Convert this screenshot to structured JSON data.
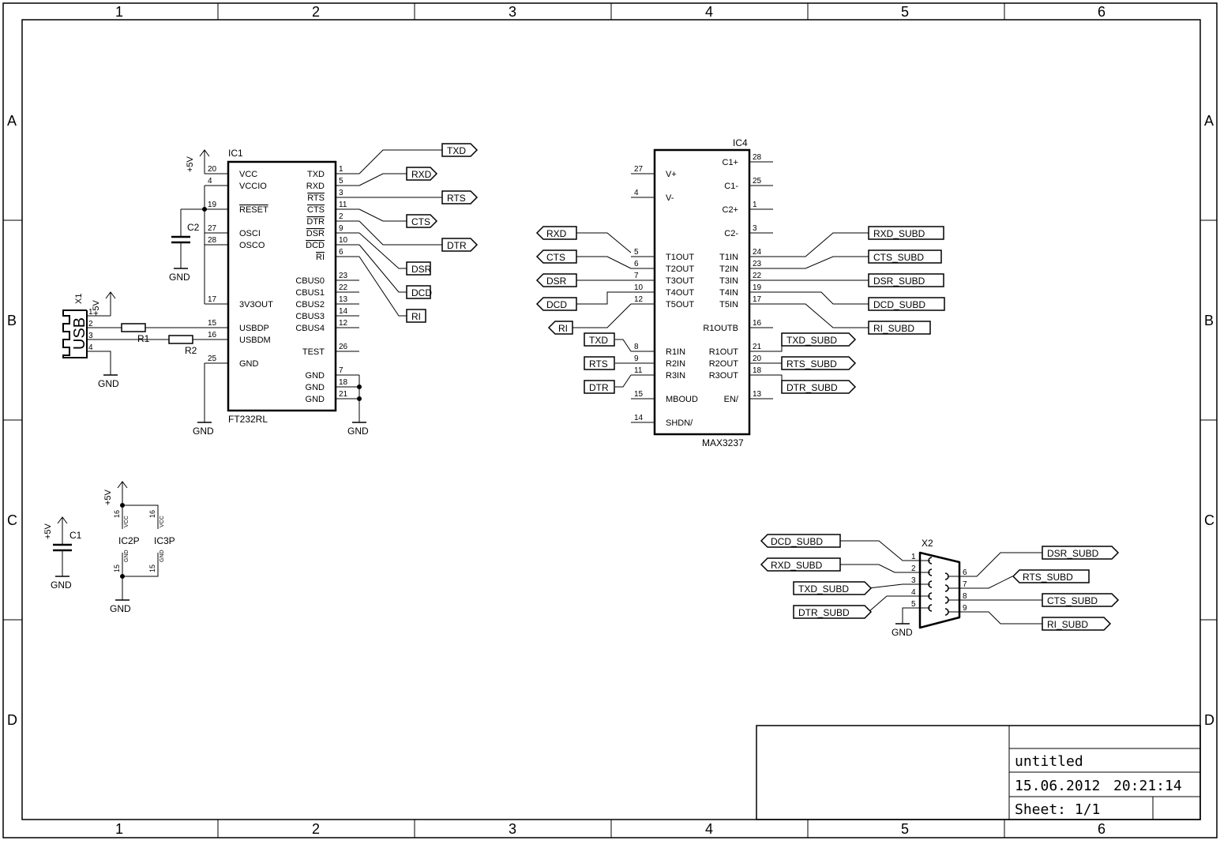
{
  "frame": {
    "columns": [
      "1",
      "2",
      "3",
      "4",
      "5",
      "6"
    ],
    "rows": [
      "A",
      "B",
      "C",
      "D"
    ]
  },
  "title_block": {
    "title": "untitled",
    "date": "15.06.2012",
    "time": "20:21:14",
    "sheet": "Sheet: 1/1"
  },
  "ic1": {
    "ref": "IC1",
    "part": "FT232RL",
    "left_pins": [
      {
        "num": "20",
        "name": "VCC"
      },
      {
        "num": "4",
        "name": "VCCIO"
      },
      {
        "num": "19",
        "name": "RESET"
      },
      {
        "num": "27",
        "name": "OSCI"
      },
      {
        "num": "28",
        "name": "OSCO"
      },
      {
        "num": "17",
        "name": "3V3OUT"
      },
      {
        "num": "15",
        "name": "USBDP"
      },
      {
        "num": "16",
        "name": "USBDM"
      },
      {
        "num": "25",
        "name": "GND"
      }
    ],
    "right_pins": [
      {
        "num": "1",
        "name": "TXD"
      },
      {
        "num": "5",
        "name": "RXD"
      },
      {
        "num": "3",
        "name": "RTS"
      },
      {
        "num": "11",
        "name": "CTS"
      },
      {
        "num": "2",
        "name": "DTR"
      },
      {
        "num": "9",
        "name": "DSR"
      },
      {
        "num": "10",
        "name": "DCD"
      },
      {
        "num": "6",
        "name": "RI"
      },
      {
        "num": "23",
        "name": "CBUS0"
      },
      {
        "num": "22",
        "name": "CBUS1"
      },
      {
        "num": "13",
        "name": "CBUS2"
      },
      {
        "num": "14",
        "name": "CBUS3"
      },
      {
        "num": "12",
        "name": "CBUS4"
      },
      {
        "num": "26",
        "name": "TEST"
      },
      {
        "num": "7",
        "name": "GND"
      },
      {
        "num": "18",
        "name": "GND"
      },
      {
        "num": "21",
        "name": "GND"
      }
    ],
    "net_labels": [
      "TXD",
      "RXD",
      "RTS",
      "CTS",
      "DTR",
      "DSR",
      "DCD",
      "RI"
    ]
  },
  "ic4": {
    "ref": "IC4",
    "part": "MAX3237",
    "left_pins": [
      {
        "num": "27",
        "name": "V+"
      },
      {
        "num": "4",
        "name": "V-"
      },
      {
        "num": "5",
        "name": "T1OUT"
      },
      {
        "num": "6",
        "name": "T2OUT"
      },
      {
        "num": "7",
        "name": "T3OUT"
      },
      {
        "num": "10",
        "name": "T4OUT"
      },
      {
        "num": "12",
        "name": "T5OUT"
      },
      {
        "num": "8",
        "name": "R1IN"
      },
      {
        "num": "9",
        "name": "R2IN"
      },
      {
        "num": "11",
        "name": "R3IN"
      },
      {
        "num": "15",
        "name": "MBOUD"
      },
      {
        "num": "14",
        "name": "SHDN/"
      }
    ],
    "right_pins": [
      {
        "num": "28",
        "name": "C1+"
      },
      {
        "num": "25",
        "name": "C1-"
      },
      {
        "num": "1",
        "name": "C2+"
      },
      {
        "num": "3",
        "name": "C2-"
      },
      {
        "num": "24",
        "name": "T1IN"
      },
      {
        "num": "23",
        "name": "T2IN"
      },
      {
        "num": "22",
        "name": "T3IN"
      },
      {
        "num": "19",
        "name": "T4IN"
      },
      {
        "num": "17",
        "name": "T5IN"
      },
      {
        "num": "16",
        "name": "R1OUTB"
      },
      {
        "num": "21",
        "name": "R1OUT"
      },
      {
        "num": "20",
        "name": "R2OUT"
      },
      {
        "num": "18",
        "name": "R3OUT"
      },
      {
        "num": "13",
        "name": "EN/"
      }
    ],
    "left_labels": [
      "RXD",
      "CTS",
      "DSR",
      "DCD",
      "RI",
      "TXD",
      "RTS",
      "DTR"
    ],
    "right_labels": [
      "RXD_SUBD",
      "CTS_SUBD",
      "DSR_SUBD",
      "DCD_SUBD",
      "RI_SUBD",
      "TXD_SUBD",
      "RTS_SUBD",
      "DTR_SUBD"
    ]
  },
  "x1": {
    "ref": "X1",
    "part": "USB",
    "pins": [
      "1",
      "2",
      "3",
      "4"
    ]
  },
  "x2": {
    "ref": "X2",
    "left_pins": [
      "1",
      "2",
      "3",
      "4",
      "5"
    ],
    "right_pins": [
      "6",
      "7",
      "8",
      "9"
    ],
    "left_labels": [
      "DCD_SUBD",
      "RXD_SUBD",
      "TXD_SUBD",
      "DTR_SUBD"
    ],
    "right_labels": [
      "DSR_SUBD",
      "RTS_SUBD",
      "CTS_SUBD",
      "RI_SUBD"
    ]
  },
  "passives": {
    "r1": "R1",
    "r2": "R2",
    "c1": "C1",
    "c2": "C2"
  },
  "power": {
    "vcc": "+5V",
    "gnd": "GND"
  },
  "ic2p": {
    "ref": "IC2P",
    "vcc_pin": "16",
    "gnd_pin": "15",
    "vcc": "VCC",
    "gnd": "GND"
  },
  "ic3p": {
    "ref": "IC3P",
    "vcc_pin": "16",
    "gnd_pin": "15",
    "vcc": "VCC",
    "gnd": "GND"
  }
}
